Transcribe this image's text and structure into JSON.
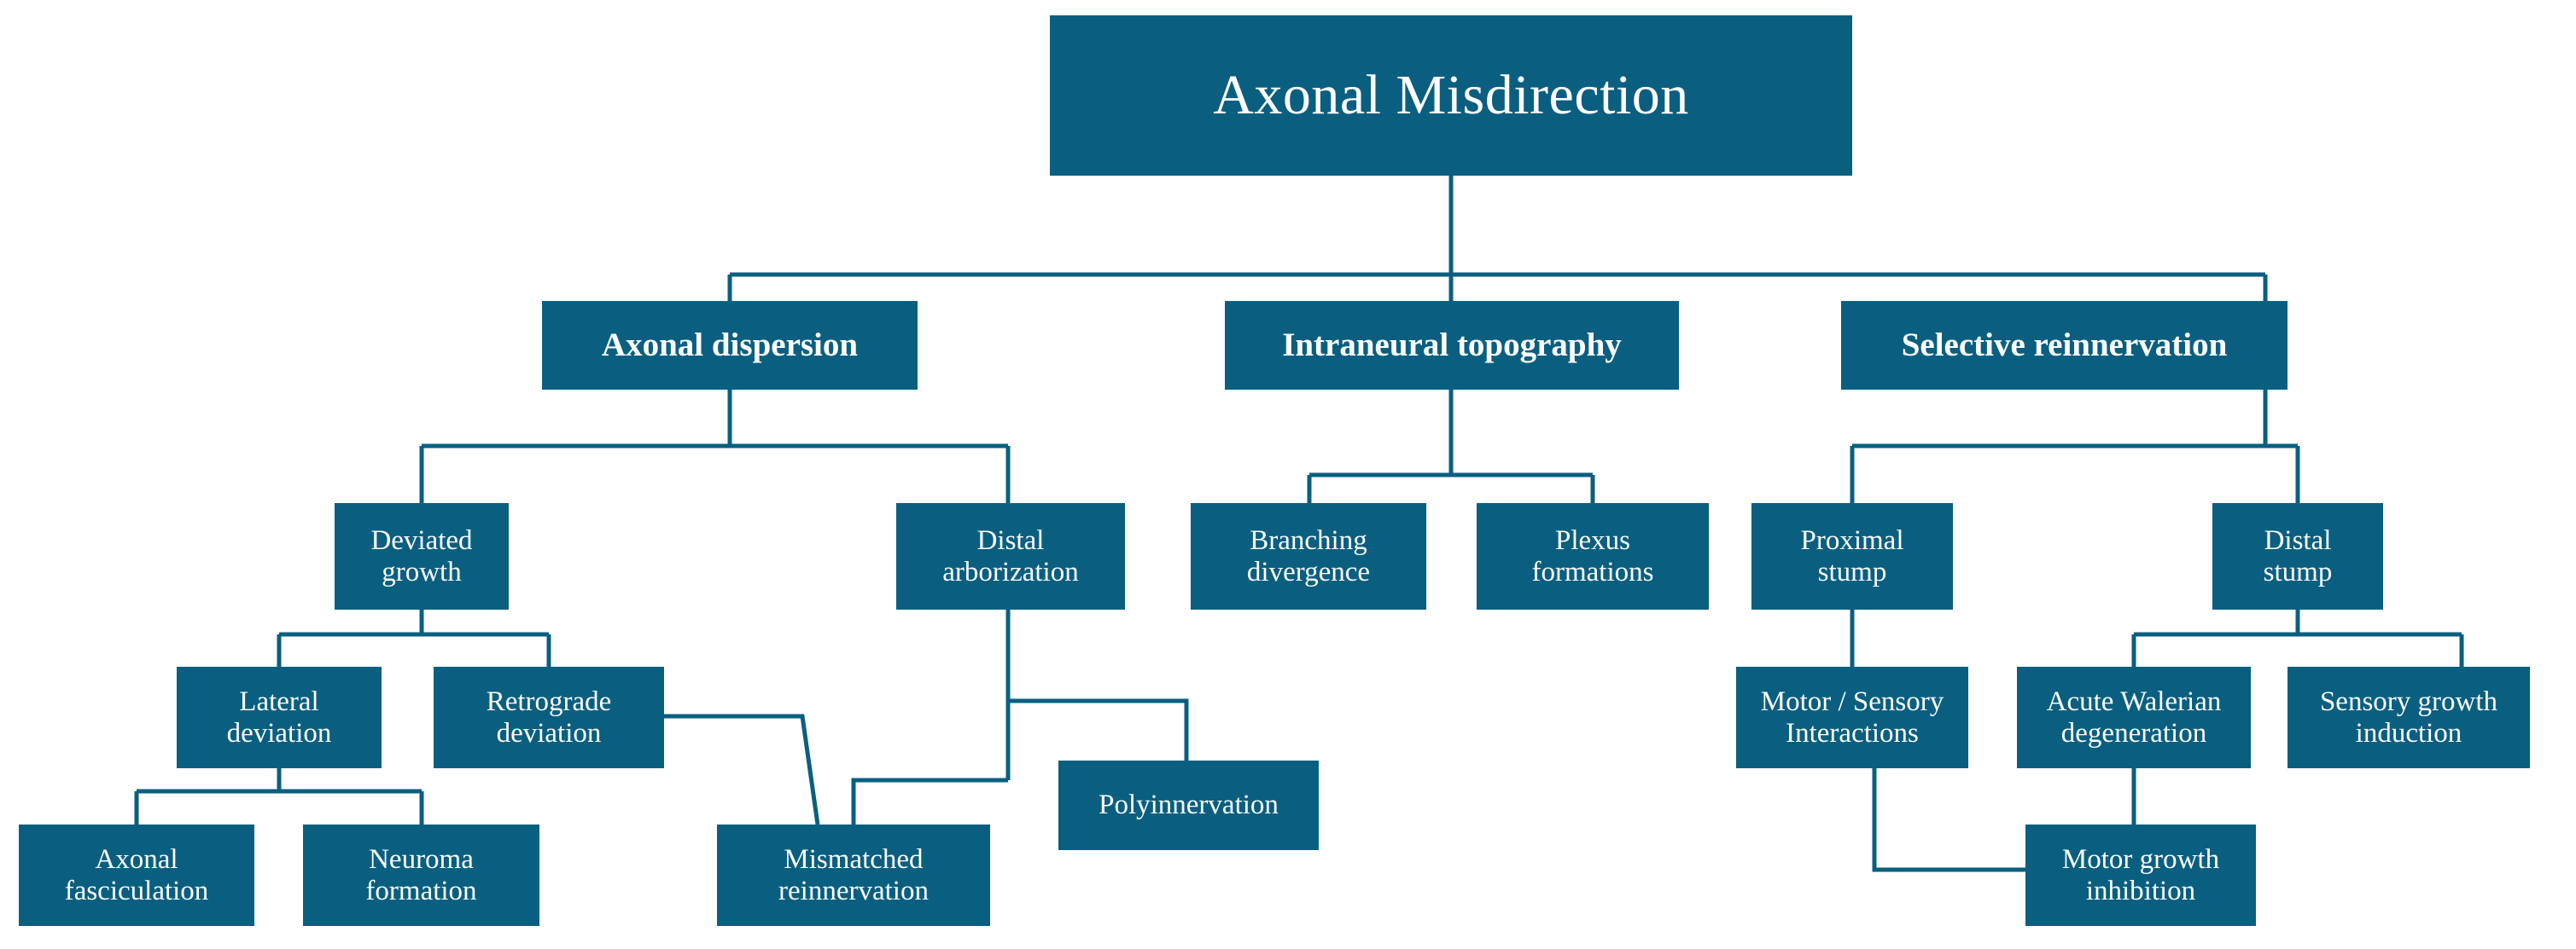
{
  "diagram": {
    "title": "Axonal Misdirection",
    "accent_color": "#0a5f80",
    "text_color": "#ffffff",
    "background_color": "#ffffff",
    "line_color": "#0a5f80",
    "type": "tree-hierarchy-flowchart"
  },
  "root": {
    "label": "Axonal Misdirection"
  },
  "branches": [
    {
      "label": "Axonal dispersion",
      "children": [
        {
          "label": "Deviated\ngrowth",
          "children": [
            {
              "label": "Lateral\ndeviation",
              "children": [
                {
                  "label": "Axonal\nfasciculation"
                },
                {
                  "label": "Neuroma\nformation"
                }
              ]
            },
            {
              "label": "Retrograde\ndeviation",
              "children": []
            }
          ]
        },
        {
          "label": "Distal\narborization",
          "children": [
            {
              "label": "Polyinnervation"
            },
            {
              "label": "Mismatched\nreinnervation"
            }
          ]
        }
      ]
    },
    {
      "label": "Intraneural topography",
      "children": [
        {
          "label": "Branching\ndivergence"
        },
        {
          "label": "Plexus\nformations"
        }
      ]
    },
    {
      "label": "Selective reinnervation",
      "children": [
        {
          "label": "Proximal\nstump",
          "children": [
            {
              "label": "Motor / Sensory\nInteractions"
            }
          ]
        },
        {
          "label": "Distal\nstump",
          "children": [
            {
              "label": "Acute Walerian\ndegeneration"
            },
            {
              "label": "Sensory growth\ninduction"
            }
          ]
        }
      ]
    }
  ],
  "terminal": {
    "motor_growth_inhibition": "Motor growth\ninhibition"
  },
  "nodes": {
    "root": "Axonal Misdirection",
    "axonal_dispersion": "Axonal dispersion",
    "intraneural_topography": "Intraneural topography",
    "selective_reinnervation": "Selective reinnervation",
    "deviated_growth": "Deviated\ngrowth",
    "distal_arborization": "Distal\narborization",
    "branching_divergence": "Branching\ndivergence",
    "plexus_formations": "Plexus\nformations",
    "proximal_stump": "Proximal\nstump",
    "distal_stump": "Distal\nstump",
    "lateral_deviation": "Lateral\ndeviation",
    "retrograde_deviation": "Retrograde\ndeviation",
    "polyinnervation": "Polyinnervation",
    "mismatched_reinnervation": "Mismatched\nreinnervation",
    "motor_sensory_interactions": "Motor / Sensory\nInteractions",
    "acute_walerian_degeneration": "Acute Walerian\ndegeneration",
    "sensory_growth_induction": "Sensory growth\ninduction",
    "axonal_fasciculation": "Axonal\nfasciculation",
    "neuroma_formation": "Neuroma\nformation",
    "motor_growth_inhibition": "Motor growth\ninhibition"
  }
}
